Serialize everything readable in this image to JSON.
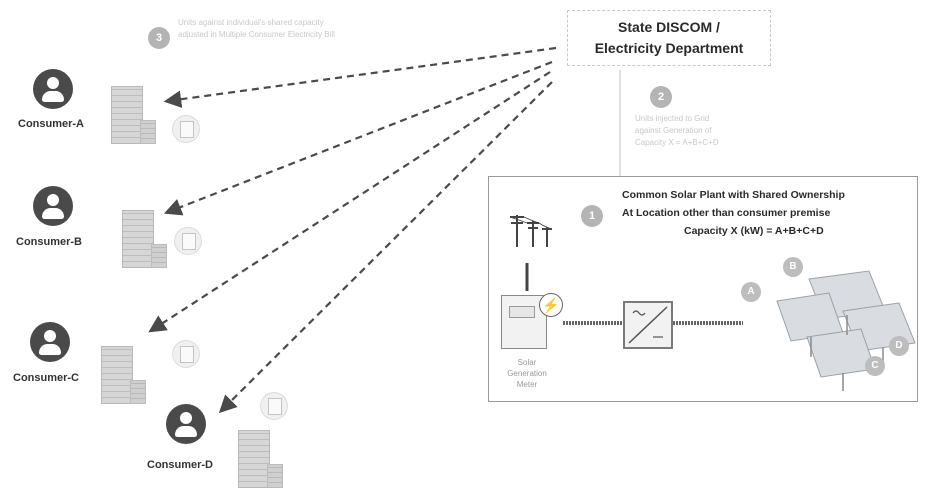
{
  "discom": {
    "line1": "State DISCOM /",
    "line2": "Electricity Department"
  },
  "steps": [
    {
      "number": "3",
      "text_line1": "Units against individual's shared capacity",
      "text_line2": "adjusted in Multiple Consumer Electricity Bill"
    },
    {
      "number": "2",
      "text_line1": "Units injected to Grid",
      "text_line2": "against Generation of",
      "text_line3": "Capacity X = A+B+C+D"
    },
    {
      "number": "1"
    }
  ],
  "consumers": [
    {
      "label": "Consumer-A"
    },
    {
      "label": "Consumer-B"
    },
    {
      "label": "Consumer-C"
    },
    {
      "label": "Consumer-D"
    }
  ],
  "plant": {
    "title": "Common Solar Plant with Shared Ownership",
    "location": "At Location other than consumer premise",
    "capacity": "Capacity X (kW) = A+B+C+D",
    "meter_label_line1": "Solar",
    "meter_label_line2": "Generation",
    "meter_label_line3": "Meter",
    "panel_labels": [
      "A",
      "B",
      "C",
      "D"
    ]
  },
  "icons": {
    "consumer": "user-avatar-icon",
    "building": "building-icon",
    "meter": "meter-icon",
    "tower": "transmission-tower-icon",
    "inverter": "inverter-icon",
    "panel": "solar-panel-icon",
    "bolt": "lightning-icon"
  },
  "colors": {
    "arrow": "#4a4a4a",
    "badge": "#b4b4b4",
    "avatar": "#4a4a4a"
  }
}
